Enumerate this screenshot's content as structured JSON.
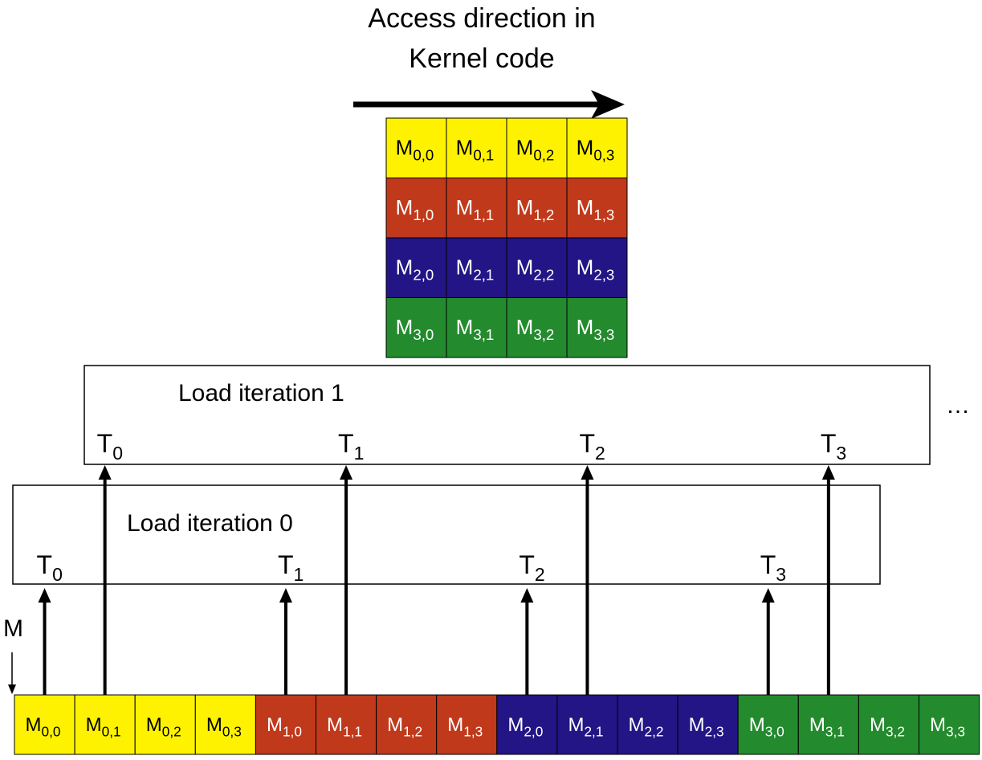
{
  "title": {
    "line1": "Access direction in",
    "line2": "Kernel code"
  },
  "colors": {
    "row0": "#FFF200",
    "row1": "#C0391B",
    "row2": "#231585",
    "row3": "#238B2E",
    "text_dark": "#000000",
    "text_light": "#FFFFFF"
  },
  "matrix": [
    [
      {
        "base": "M",
        "sub": "0,0"
      },
      {
        "base": "M",
        "sub": "0,1"
      },
      {
        "base": "M",
        "sub": "0,2"
      },
      {
        "base": "M",
        "sub": "0,3"
      }
    ],
    [
      {
        "base": "M",
        "sub": "1,0"
      },
      {
        "base": "M",
        "sub": "1,1"
      },
      {
        "base": "M",
        "sub": "1,2"
      },
      {
        "base": "M",
        "sub": "1,3"
      }
    ],
    [
      {
        "base": "M",
        "sub": "2,0"
      },
      {
        "base": "M",
        "sub": "2,1"
      },
      {
        "base": "M",
        "sub": "2,2"
      },
      {
        "base": "M",
        "sub": "2,3"
      }
    ],
    [
      {
        "base": "M",
        "sub": "3,0"
      },
      {
        "base": "M",
        "sub": "3,1"
      },
      {
        "base": "M",
        "sub": "3,2"
      },
      {
        "base": "M",
        "sub": "3,3"
      }
    ]
  ],
  "iterations": [
    {
      "label": "Load iteration 0",
      "threads": [
        {
          "base": "T",
          "sub": "0",
          "target_index": 0
        },
        {
          "base": "T",
          "sub": "1",
          "target_index": 4
        },
        {
          "base": "T",
          "sub": "2",
          "target_index": 8
        },
        {
          "base": "T",
          "sub": "3",
          "target_index": 12
        }
      ]
    },
    {
      "label": "Load iteration 1",
      "threads": [
        {
          "base": "T",
          "sub": "0",
          "target_index": 1
        },
        {
          "base": "T",
          "sub": "1",
          "target_index": 5
        },
        {
          "base": "T",
          "sub": "2",
          "target_index": 9
        },
        {
          "base": "T",
          "sub": "3",
          "target_index": 13
        }
      ]
    }
  ],
  "ellipsis": "…",
  "linear_label": "M"
}
